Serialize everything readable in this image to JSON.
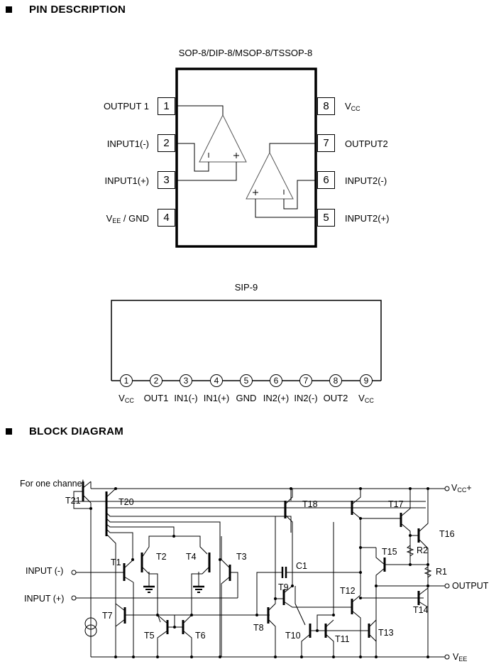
{
  "sections": {
    "pin_description": "PIN DESCRIPTION",
    "block_diagram": "BLOCK DIAGRAM"
  },
  "dip8": {
    "title": "SOP-8/DIP-8/MSOP-8/TSSOP-8",
    "left_pins": [
      {
        "num": "1",
        "label": "OUTPUT 1"
      },
      {
        "num": "2",
        "label": "INPUT1(-)"
      },
      {
        "num": "3",
        "label": "INPUT1(+)"
      },
      {
        "num": "4",
        "label_main": "V",
        "label_sub": "EE",
        "label_rest": " / GND"
      }
    ],
    "right_pins": [
      {
        "num": "8",
        "label_main": "V",
        "label_sub": "CC"
      },
      {
        "num": "7",
        "label": "OUTPUT2"
      },
      {
        "num": "6",
        "label": "INPUT2(-)"
      },
      {
        "num": "5",
        "label": "INPUT2(+)"
      }
    ],
    "opamp_symbols": {
      "minus": "-",
      "plus": "+"
    }
  },
  "sip9": {
    "title": "SIP-9",
    "pins": [
      {
        "num": "1",
        "label_main": "V",
        "label_sub": "CC"
      },
      {
        "num": "2",
        "label": "OUT1"
      },
      {
        "num": "3",
        "label": "IN1(-)"
      },
      {
        "num": "4",
        "label": "IN1(+)"
      },
      {
        "num": "5",
        "label": "GND"
      },
      {
        "num": "6",
        "label": "IN2(+)"
      },
      {
        "num": "7",
        "label": "IN2(-)"
      },
      {
        "num": "8",
        "label": "OUT2"
      },
      {
        "num": "9",
        "label_main": "V",
        "label_sub": "CC"
      }
    ]
  },
  "schematic": {
    "caption": "For one channel",
    "terminals": {
      "input_minus": "INPUT (-)",
      "input_plus": "INPUT (+)",
      "output": "OUTPUT",
      "vcc_main": "V",
      "vcc_sub": "CC",
      "vcc_suffix": "+",
      "vee_main": "V",
      "vee_sub": "EE"
    },
    "transistors": [
      "T1",
      "T2",
      "T3",
      "T4",
      "T5",
      "T6",
      "T7",
      "T8",
      "T9",
      "T10",
      "T11",
      "T12",
      "T13",
      "T14",
      "T15",
      "T16",
      "T17",
      "T18",
      "T20",
      "T21"
    ],
    "passives": {
      "c1": "C1",
      "r1": "R1",
      "r2": "R2"
    }
  }
}
